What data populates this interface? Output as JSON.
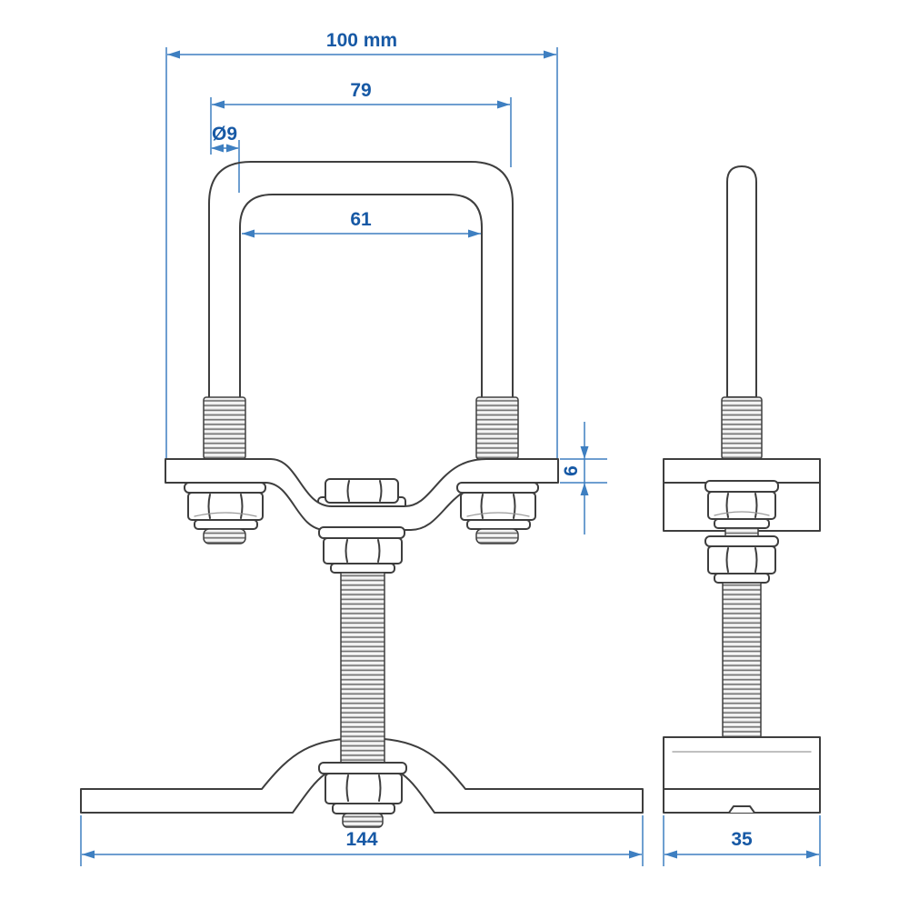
{
  "drawing": {
    "type": "technical-dimension-drawing",
    "subject": "u-bolt-mast-clamp",
    "dimensions": {
      "overall_width": "100 mm",
      "u_bolt_outer_width": "79",
      "rod_diameter": "Ø9",
      "u_bolt_inner_width": "61",
      "plate_thickness": "6",
      "base_length": "144",
      "side_depth": "35"
    },
    "colors": {
      "outline": "#3e3e3e",
      "detail_line": "#9a9a9a",
      "dimension_line": "#3e7fc1",
      "dimension_text": "#1759a5",
      "thread_light": "#e3e3e3",
      "thread_dark": "#717171",
      "fill": "#ffffff"
    }
  }
}
